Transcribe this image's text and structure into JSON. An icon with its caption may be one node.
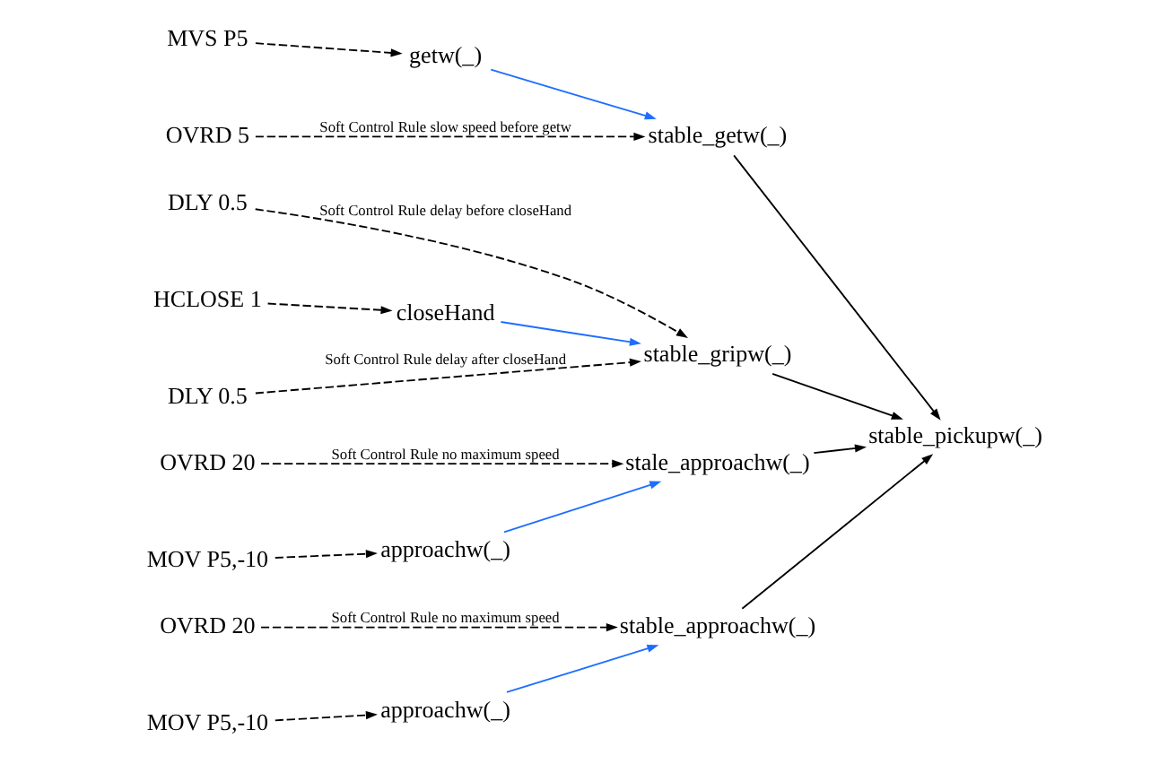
{
  "diagram": {
    "nodes": [
      {
        "text": [
          "OVRD 20"
        ]
      },
      {
        "text": [
          "MOV P5,-10"
        ]
      },
      {
        "text": [
          "approachw(_)"
        ]
      },
      {
        "text": [
          "stale_approachw(_)"
        ]
      },
      {
        "text": [
          "OVRD 5"
        ]
      },
      {
        "text": [
          "MVS P5"
        ]
      },
      {
        "text": [
          "getw(_)"
        ]
      },
      {
        "text": [
          "stable_getw(_)"
        ]
      },
      {
        "text": [
          "DLY 0.5"
        ]
      },
      {
        "text": [
          "HCLOSE 1"
        ]
      },
      {
        "text": [
          "closeHand"
        ]
      },
      {
        "text": [
          "stable_gripw(_)"
        ]
      },
      {
        "text": [
          "DLY 0.5"
        ]
      },
      {
        "text": [
          "OVRD 20"
        ]
      },
      {
        "text": [
          "MOV P5,-10"
        ]
      },
      {
        "text": [
          "approachw(_)"
        ]
      },
      {
        "text": [
          "stable_approachw(_)"
        ]
      },
      {
        "text": [
          "stable_pickupw(_)"
        ]
      }
    ],
    "edges": [
      {
        "from": 0,
        "to": 3,
        "arrow": "to",
        "label": "Soft Control Rule no maximum speed",
        "style": "dashed"
      },
      {
        "from": 1,
        "to": 2,
        "arrow": "to",
        "style": "dashed"
      },
      {
        "from": 2,
        "to": 3,
        "arrow": "to",
        "color": "#1e6eff"
      },
      {
        "from": 4,
        "to": 7,
        "arrow": "to",
        "label": "Soft Control Rule slow speed before getw",
        "style": "dashed"
      },
      {
        "from": 5,
        "to": 6,
        "arrow": "to",
        "style": "dashed"
      },
      {
        "from": 6,
        "to": 7,
        "arrow": "to",
        "color": "#1e6eff"
      },
      {
        "from": 8,
        "to": 11,
        "arrow": "to",
        "label": "Soft Control Rule delay before closeHand",
        "style": "dashed"
      },
      {
        "from": 9,
        "to": 10,
        "arrow": "to",
        "style": "dashed"
      },
      {
        "from": 10,
        "to": 11,
        "arrow": "to",
        "color": "#1e6eff"
      },
      {
        "from": 12,
        "to": 11,
        "arrow": "to",
        "label": "Soft Control Rule delay after closeHand",
        "style": "dashed"
      },
      {
        "from": 13,
        "to": 16,
        "arrow": "to",
        "label": "Soft Control Rule no maximum speed",
        "style": "dashed"
      },
      {
        "from": 14,
        "to": 15,
        "arrow": "to",
        "style": "dashed"
      },
      {
        "from": 15,
        "to": 16,
        "arrow": "to",
        "color": "#1e6eff"
      },
      {
        "from": 3,
        "to": 17,
        "arrow": "to"
      },
      {
        "from": 7,
        "to": 17,
        "arrow": "to"
      },
      {
        "from": 11,
        "to": 17,
        "arrow": "to"
      },
      {
        "from": 16,
        "to": 17,
        "arrow": "to"
      }
    ]
  }
}
